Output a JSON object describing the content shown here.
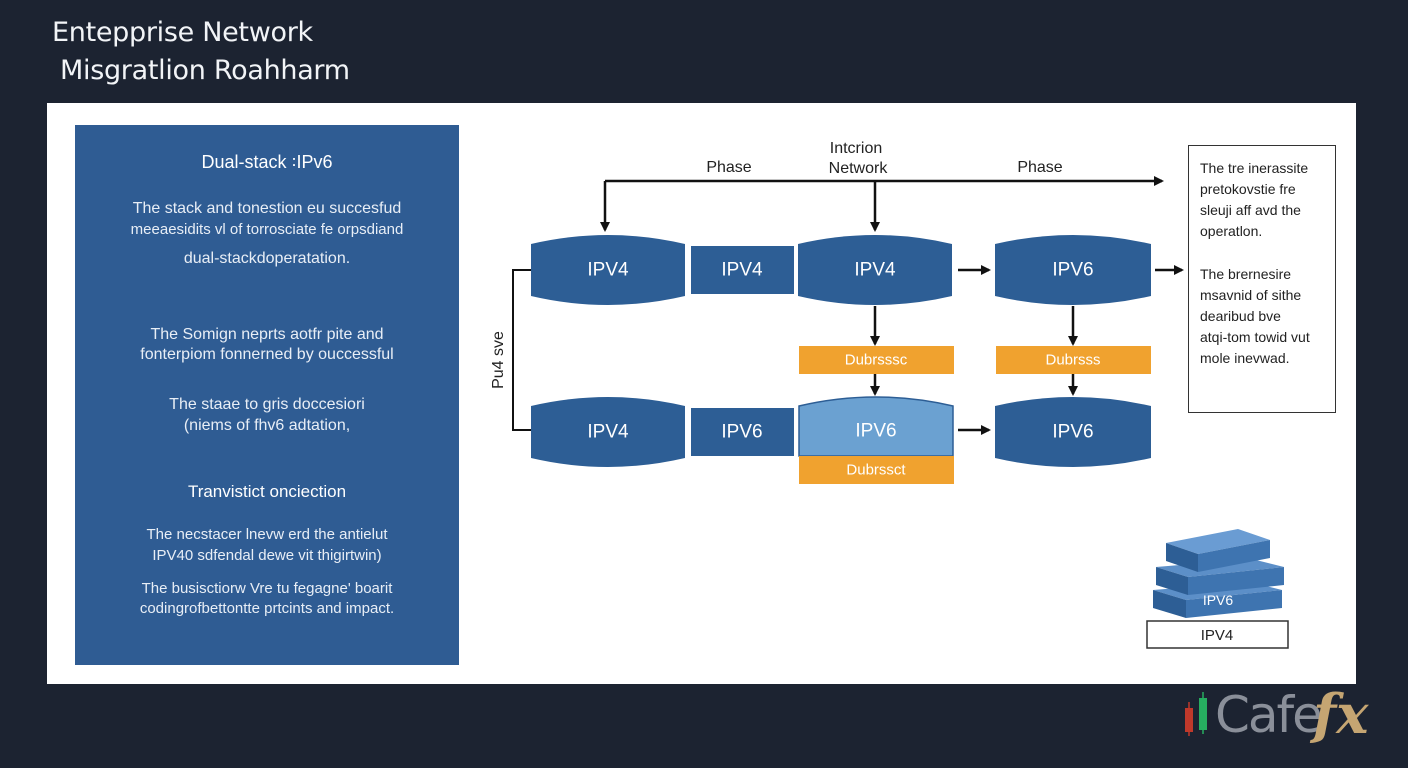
{
  "title": {
    "line1": "Entepprise Network",
    "line2": "Misgratlion Roahharm"
  },
  "left_panel": {
    "heading": "Dual-stack ꞉IPv6",
    "p1_l1": "The stack and tonestion eu succesfud",
    "p1_l2": "meeaesidits vl of torrosciate fe orpsdiand",
    "p1_l3": "dual-stackdoperatation.",
    "p2_l1": "The Somign neprts aotfr pite and",
    "p2_l2": "fonterpiom fonnerned by ouccessful",
    "p3_l1": "The staae to gris doccesiori",
    "p3_l2": "(niems of fhv6 adtation,",
    "heading2": "Tranvistict onciection",
    "p4_l1": "The necstacer lnevw erd the antielut",
    "p4_l2": "IPV40 sdfendal dewe vit thigirtwin)",
    "p5_l1": "The busisctiorw Vre tu fegagne' boarit",
    "p5_l2": "codingrofbettontte prtcints and impact."
  },
  "diagram": {
    "top_label_left": "Phase",
    "top_label_center_1": "Intcrion",
    "top_label_center_2": "Network",
    "top_label_right": "Phase",
    "side_label": "Pu4 sve",
    "row1": [
      "IPV4",
      "IPV4",
      "IPV4",
      "IPV6"
    ],
    "row2": [
      "IPV4",
      "IPV6",
      "IPV6",
      "IPV6"
    ],
    "orange": [
      "Dubrsssc",
      "Dubrsss",
      "Dubrssct"
    ],
    "stack_label": "IPV6",
    "stack_base": "IPV4"
  },
  "notes": {
    "n1_l1": "The tre inerassite",
    "n1_l2": "pretokovstie fre",
    "n1_l3": "sleuji aff avd the",
    "n1_l4": "operatlon.",
    "n2_l1": "The brernesire",
    "n2_l2": "msavnid of sithe",
    "n2_l3": "dearibud bve",
    "n2_l4": "atqi-tom towid vut",
    "n2_l5": "mole inevwad."
  },
  "logo": {
    "text": "Cafe",
    "suffix": "fx"
  },
  "colors": {
    "background": "#1c2331",
    "panel_blue": "#2f5c93",
    "node_blue": "#2d5e95",
    "node_light": "#6ba1d1",
    "orange": "#f0a22f"
  }
}
